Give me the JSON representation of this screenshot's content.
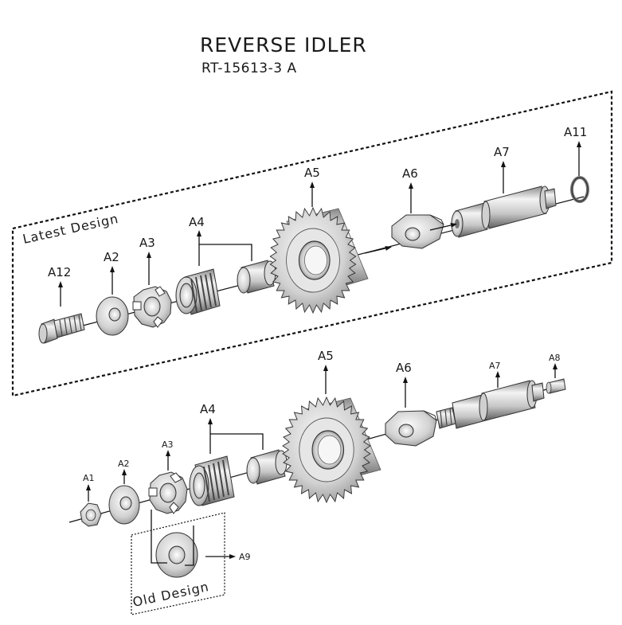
{
  "header": {
    "title": "REVERSE IDLER",
    "part_number": "RT-15613-3 A"
  },
  "groups": {
    "latest": "Latest Design",
    "old": "Old Design"
  },
  "callouts": {
    "latest": {
      "a12": "A12",
      "a2": "A2",
      "a3": "A3",
      "a4": "A4",
      "a5": "A5",
      "a6": "A6",
      "a7": "A7",
      "a11": "A11"
    },
    "old": {
      "a1": "A1",
      "a2": "A2",
      "a3": "A3",
      "a4": "A4",
      "a5": "A5",
      "a6": "A6",
      "a7": "A7",
      "a8": "A8",
      "a9": "A9"
    }
  },
  "colors": {
    "metal_light": "#f2f2f2",
    "metal_mid": "#b8b8b8",
    "metal_dark": "#6e6e6e",
    "ink": "#111111"
  }
}
